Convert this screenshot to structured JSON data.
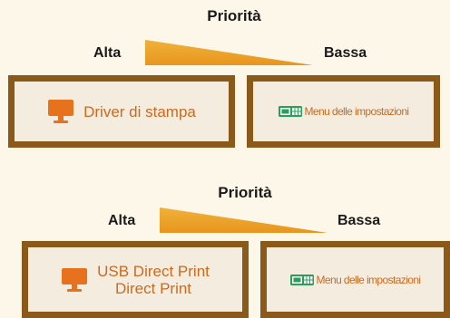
{
  "colors": {
    "background": "#fcf7e8",
    "box_border": "#8b5a1b",
    "box_fill": "#f4ecdf",
    "accent_text": "#cc6a1f",
    "wedge_top": "#f0b23a",
    "wedge_bottom": "#e8951e",
    "monitor_icon": "#e8711e",
    "panel_icon": "#28a05a"
  },
  "diagrams": [
    {
      "title": "Priorità",
      "high_label": "Alta",
      "low_label": "Bassa",
      "left_box": {
        "icon": "monitor-icon",
        "lines": [
          "Driver di stampa"
        ]
      },
      "right_box": {
        "icon": "control-panel-icon",
        "text": "Menu delle impostazioni"
      }
    },
    {
      "title": "Priorità",
      "high_label": "Alta",
      "low_label": "Bassa",
      "left_box": {
        "icon": "monitor-icon",
        "lines": [
          "USB Direct Print",
          "Direct Print"
        ]
      },
      "right_box": {
        "icon": "control-panel-icon",
        "text": "Menu delle impostazioni"
      }
    }
  ]
}
